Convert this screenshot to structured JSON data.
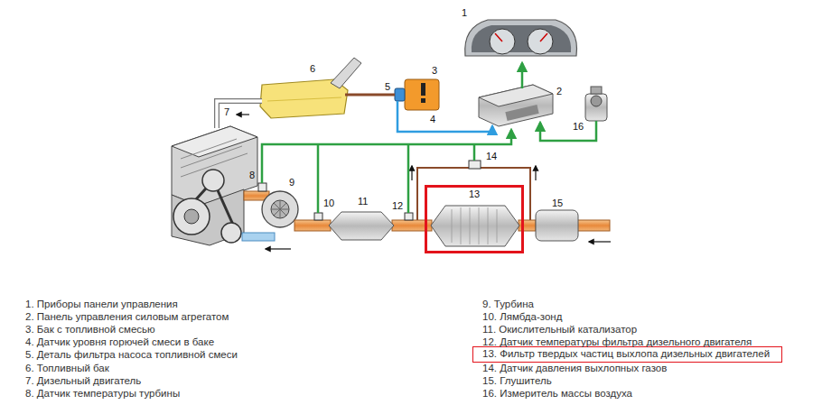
{
  "diagram": {
    "nodes": [
      {
        "text": [
          "13"
        ]
      },
      {
        "text": [
          "13. Фильтр твердых частиц выхлопа дизельных двигателей"
        ]
      }
    ],
    "labels": [
      "1",
      "6",
      "3",
      "5",
      "4",
      "7",
      "2",
      "16",
      "14",
      "8",
      "9",
      "10",
      "11",
      "12",
      "15",
      "1. Приборы панели управления",
      "2. Панель управления силовым агрегатом",
      "3. Бак с топливной смесью",
      "4. Датчик уровня горючей смеси в баке",
      "5. Деталь фильтра насоса топливной смеси",
      "6. Топливный бак",
      "7. Дизельный двигатель",
      "8. Датчик температуры турбины",
      "9. Турбина",
      "10. Лямбда-зонд",
      "11. Окислительный катализатор",
      "12. Датчик температуры фильтра дизельного двигателя",
      "14. Датчик давления выхлопных газов",
      "15. Глушитель",
      "16. Измеритель массы воздуха"
    ]
  }
}
